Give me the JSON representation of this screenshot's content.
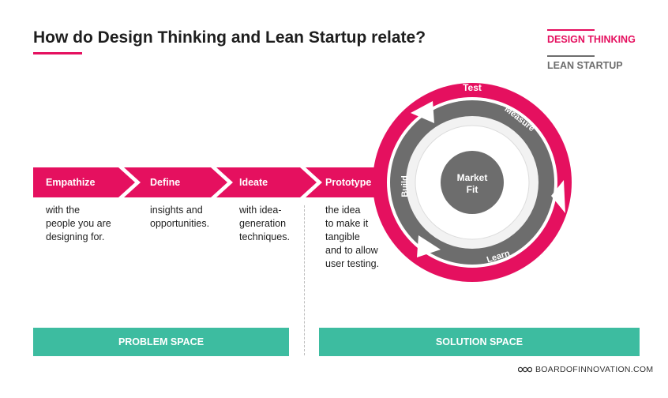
{
  "header": {
    "title": "How do Design Thinking and Lean Startup relate?"
  },
  "legend": {
    "design_thinking": {
      "label": "DESIGN THINKING",
      "color": "#e5105f"
    },
    "lean_startup": {
      "label": "LEAN STARTUP",
      "color": "#6d6d6d"
    }
  },
  "steps": [
    {
      "label": "Empathize",
      "description": [
        "with the",
        "people you are",
        "designing for."
      ]
    },
    {
      "label": "Define",
      "description": [
        "insights and",
        "opportunities."
      ]
    },
    {
      "label": "Ideate",
      "description": [
        "with idea-",
        "generation",
        "techniques."
      ]
    },
    {
      "label": "Prototype",
      "description": [
        "the idea",
        "to make it",
        "tangible",
        "and to allow",
        "user testing."
      ]
    }
  ],
  "cycle": {
    "outer_label": "Test",
    "inner_labels": {
      "measure": "Measure",
      "build": "Build",
      "learn": "Learn"
    },
    "center_line1": "Market",
    "center_line2": "Fit"
  },
  "spaces": {
    "problem": "PROBLEM SPACE",
    "solution": "SOLUTION SPACE"
  },
  "footer": {
    "brand": "BOARDOFINNOVATION.COM"
  },
  "colors": {
    "accent": "#e5105f",
    "gray": "#6d6d6d",
    "teal": "#3dbca0",
    "light": "#f2f2f2"
  }
}
